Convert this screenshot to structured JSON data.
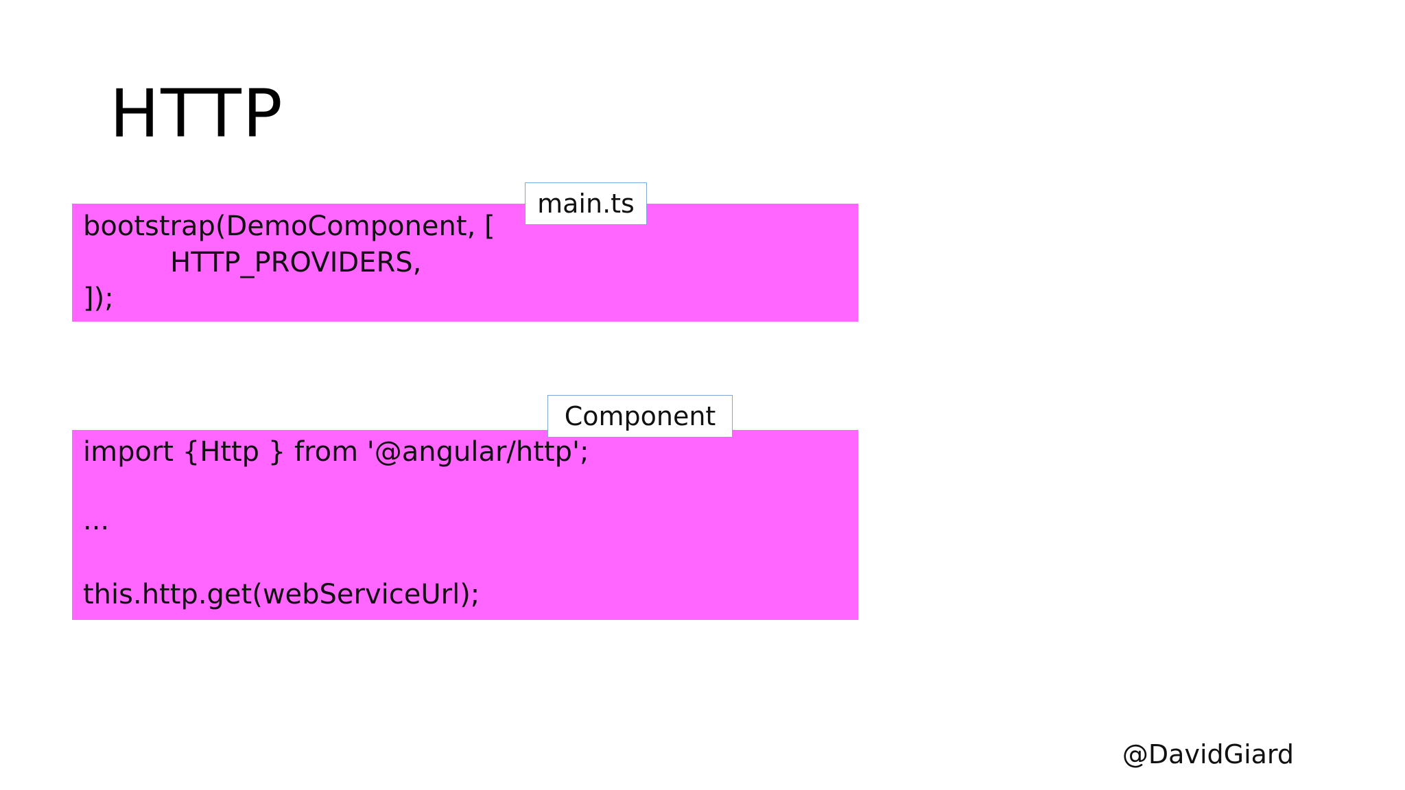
{
  "slide": {
    "title": "HTTP",
    "footer_handle": "@DavidGiard"
  },
  "blocks": [
    {
      "tag": "main.ts",
      "lines": [
        "bootstrap(DemoComponent, [",
        "          HTTP_PROVIDERS,",
        "]);"
      ]
    },
    {
      "tag": "Component",
      "lines": [
        "import {Http } from '@angular/http';",
        "...",
        "this.http.get(webServiceUrl);"
      ]
    }
  ],
  "colors": {
    "code_background": "#ff66ff",
    "tag_border": "#7ea7d8",
    "text": "#111111"
  }
}
